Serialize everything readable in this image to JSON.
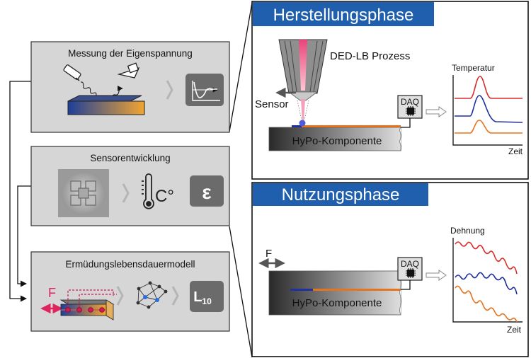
{
  "left_panels": {
    "measurement": {
      "title": "Messung der Eigenspannung"
    },
    "sensor_dev": {
      "title": "Sensorentwicklung",
      "strain_symbol": "ε",
      "temp_unit": "C°"
    },
    "fatigue": {
      "title": "Ermüdungslebensdauermodell",
      "force_label": "F",
      "result_label_main": "L",
      "result_label_sub": "10"
    }
  },
  "manufacturing": {
    "header": "Herstellungsphase",
    "process_label": "DED-LB Prozess",
    "sensor_label": "Sensor",
    "daq_label": "DAQ",
    "component_label": "HyPo-Komponente",
    "graph_ylabel": "Temperatur",
    "graph_xlabel": "Zeit"
  },
  "usage": {
    "header": "Nutzungsphase",
    "force_label": "F",
    "daq_label": "DAQ",
    "component_label": "HyPo-Komponente",
    "graph_ylabel": "Dehnung",
    "graph_xlabel": "Zeit"
  },
  "colors": {
    "header_blue": "#1f5fae",
    "curve_red": "#d92b2b",
    "curve_blue": "#1c2f9e",
    "curve_orange": "#e8731e",
    "panel_gray": "#d6d6d6"
  }
}
